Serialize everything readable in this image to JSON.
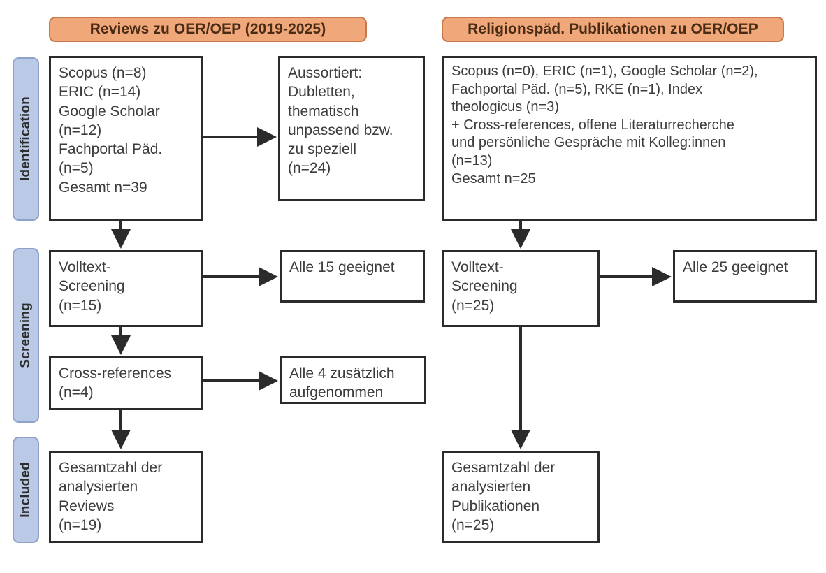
{
  "figure": {
    "type": "prisma-flow-diagram",
    "language": "de"
  },
  "colors": {
    "header_fill": "#F0A87A",
    "header_border": "#C8784A",
    "stage_fill": "#B9C9E6",
    "stage_border": "#8DA2CA",
    "node_border": "#2b2b2b",
    "background": "#ffffff",
    "text": "#3c3c3c"
  },
  "columns": [
    {
      "id": "left",
      "header": "Reviews zu OER/OEP (2019-2025)"
    },
    {
      "id": "right",
      "header": "Religionspäd. Publikationen zu OER/OEP"
    }
  ],
  "stages": [
    {
      "id": "identification",
      "label": "Identification"
    },
    {
      "id": "screening",
      "label": "Screening"
    },
    {
      "id": "included",
      "label": "Included"
    }
  ],
  "nodes": {
    "left_identification": "Scopus (n=8)\nERIC (n=14)\nGoogle Scholar\n(n=12)\nFachportal Päd.\n(n=5)\nGesamt n=39",
    "left_excluded": "Aussortiert:\nDubletten,\nthematisch\nunpassend bzw.\nzu speziell\n(n=24)",
    "left_screening": "Volltext-\nScreening\n(n=15)",
    "left_screening_result": "Alle 15 geeignet",
    "left_crossref": "Cross-references\n(n=4)",
    "left_crossref_result": "Alle 4 zusätzlich\naufgenommen",
    "left_included": "Gesamtzahl der\nanalysierten\nReviews\n(n=19)",
    "right_identification": "Scopus (n=0), ERIC (n=1), Google Scholar (n=2),\nFachportal Päd. (n=5), RKE (n=1), Index\ntheologicus (n=3)\n+ Cross-references, offene Literaturrecherche\nund persönliche Gespräche mit Kolleg:innen\n(n=13)\nGesamt n=25",
    "right_screening": "Volltext-\nScreening\n(n=25)",
    "right_screening_result": "Alle 25 geeignet",
    "right_included": "Gesamtzahl der\nanalysierten\nPublikationen\n(n=25)"
  }
}
